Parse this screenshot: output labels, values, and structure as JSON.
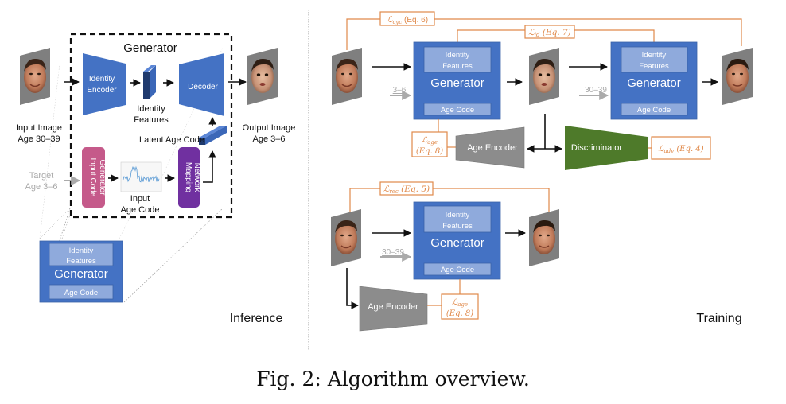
{
  "colors": {
    "generator_blue": "#4472c4",
    "inner_box": "#8faadc",
    "dark_blue": "#2f4f8f",
    "loss_orange": "#e0894a",
    "age_encoder_gray": "#8c8c8c",
    "discriminator_green": "#4e7a2a",
    "input_code_pink": "#c55a8a",
    "mapping_purple": "#7030a0",
    "target_gray": "#aaaaaa",
    "face_bg": "#7f7f7f"
  },
  "inference": {
    "generator_title": "Generator",
    "identity_encoder": [
      "Identity",
      "Encoder"
    ],
    "identity_features": [
      "Identity",
      "Features"
    ],
    "decoder": "Decoder",
    "latent_age_code": "Latent Age Code",
    "input_code_generator": [
      "Input Code",
      "Generator"
    ],
    "input_age_code": [
      "Input",
      "Age Code"
    ],
    "mapping_network": [
      "Mapping",
      "Network"
    ],
    "input_image": [
      "Input Image",
      "Age 30–39"
    ],
    "output_image": [
      "Output Image",
      "Age 3–6"
    ],
    "target": [
      "Target",
      "Age 3–6"
    ],
    "mini_generator": {
      "identity_features": [
        "Identity",
        "Features"
      ],
      "title": "Generator",
      "age_code": "Age Code"
    },
    "section_label": "Inference"
  },
  "training": {
    "section_label": "Training",
    "generator": {
      "identity_features": [
        "Identity",
        "Features"
      ],
      "title": "Generator",
      "age_code": "Age Code"
    },
    "age_labels": {
      "cycle_first": "3–6",
      "cycle_second": "30–39",
      "reconstruction": "30–39"
    },
    "age_encoder": "Age Encoder",
    "discriminator": "Discriminator",
    "losses": {
      "cyc": {
        "symbol": "ℒ",
        "sub": "cyc",
        "eq": "(Eq. 6)"
      },
      "id": {
        "symbol": "ℒ",
        "sub": "id",
        "eq": "(Eq. 7)"
      },
      "age_top": {
        "symbol": "ℒ",
        "sub": "age",
        "eq": "(Eq. 8)"
      },
      "adv": {
        "symbol": "ℒ",
        "sub": "adv",
        "eq": "(Eq. 4)"
      },
      "rec": {
        "symbol": "ℒ",
        "sub": "rec",
        "eq": "(Eq. 5)"
      },
      "age_bottom": {
        "symbol": "ℒ",
        "sub": "age",
        "eq": "(Eq. 8)"
      }
    }
  },
  "caption": "Fig. 2: Algorithm overview."
}
